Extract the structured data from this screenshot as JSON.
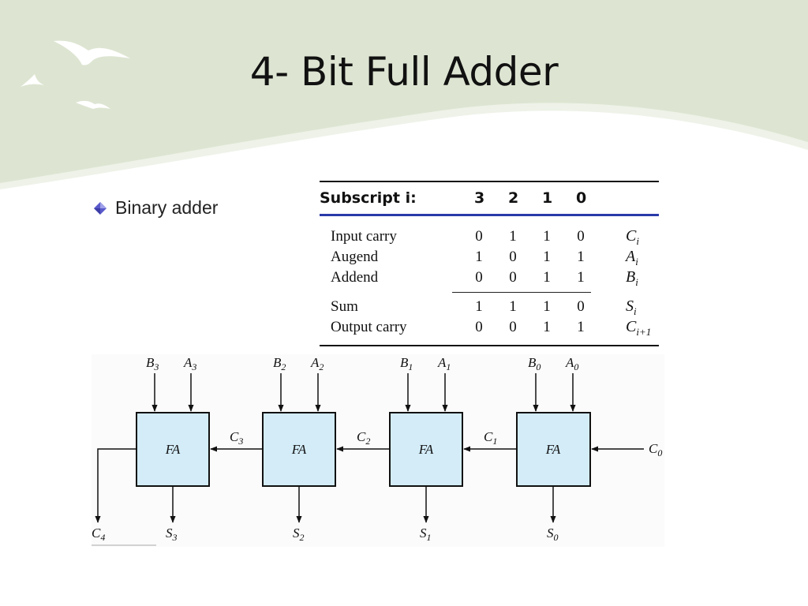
{
  "slide": {
    "title": "4- Bit Full Adder",
    "bullet": "Binary adder"
  },
  "colors": {
    "header_background": "#dde5d2",
    "header_wave_light": "#eef2e8",
    "table_blue_rule": "#2a3aa8",
    "fa_block_fill": "#d3ecf8",
    "bullet_purple": "#5a5acb"
  },
  "icons": [
    "bird-icon",
    "diamond-bullet-icon"
  ],
  "table": {
    "header_label": "Subscript i:",
    "columns": [
      "3",
      "2",
      "1",
      "0"
    ],
    "rows": [
      {
        "label": "Input carry",
        "values": [
          "0",
          "1",
          "1",
          "0"
        ],
        "symbol": "C",
        "symbol_sub": "i"
      },
      {
        "label": "Augend",
        "values": [
          "1",
          "0",
          "1",
          "1"
        ],
        "symbol": "A",
        "symbol_sub": "i"
      },
      {
        "label": "Addend",
        "values": [
          "0",
          "0",
          "1",
          "1"
        ],
        "symbol": "B",
        "symbol_sub": "i"
      },
      {
        "label": "Sum",
        "values": [
          "1",
          "1",
          "1",
          "0"
        ],
        "symbol": "S",
        "symbol_sub": "i"
      },
      {
        "label": "Output carry",
        "values": [
          "0",
          "0",
          "1",
          "1"
        ],
        "symbol": "C",
        "symbol_sub": "i+1"
      }
    ]
  },
  "diagram": {
    "blocks": [
      {
        "label": "FA",
        "b": "B",
        "b_sub": "3",
        "a": "A",
        "a_sub": "3",
        "s": "S",
        "s_sub": "3"
      },
      {
        "label": "FA",
        "b": "B",
        "b_sub": "2",
        "a": "A",
        "a_sub": "2",
        "s": "S",
        "s_sub": "2"
      },
      {
        "label": "FA",
        "b": "B",
        "b_sub": "1",
        "a": "A",
        "a_sub": "1",
        "s": "S",
        "s_sub": "1"
      },
      {
        "label": "FA",
        "b": "B",
        "b_sub": "0",
        "a": "A",
        "a_sub": "0",
        "s": "S",
        "s_sub": "0"
      }
    ],
    "carries": [
      {
        "name": "C",
        "sub": "3"
      },
      {
        "name": "C",
        "sub": "2"
      },
      {
        "name": "C",
        "sub": "1"
      }
    ],
    "carry_in": {
      "name": "C",
      "sub": "0"
    },
    "carry_out": {
      "name": "C",
      "sub": "4"
    }
  }
}
